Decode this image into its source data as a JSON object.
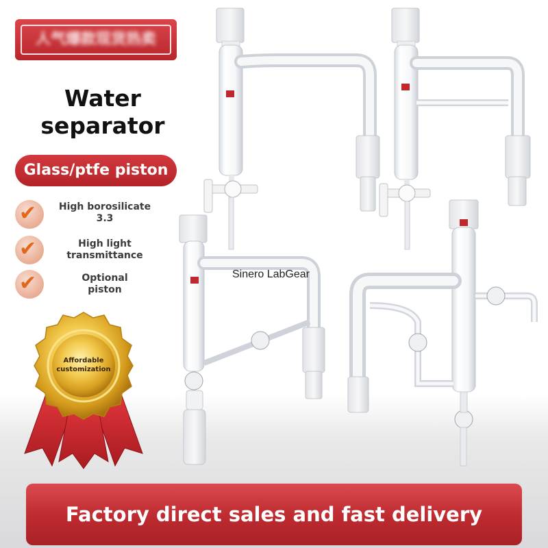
{
  "banner": {
    "blurred_text": "人气爆款现货热卖"
  },
  "title": {
    "line1": "Water",
    "line2": "separator"
  },
  "badge": {
    "label": "Glass/ptfe piston"
  },
  "features": [
    {
      "line1": "High borosilicate",
      "line2": "3.3"
    },
    {
      "line1": "High light",
      "line2": "transmittance"
    },
    {
      "line1": "Optional",
      "line2": "piston"
    }
  ],
  "watermark": "Sinero LabGear",
  "medal": {
    "line1": "Affordable",
    "line2": "customization"
  },
  "bottom_banner": {
    "text": "Factory direct sales and fast delivery"
  },
  "icons": {
    "check": "checkmark-icon",
    "medal": "gold-medal-icon"
  },
  "colors": {
    "brand_red": "#c0282d",
    "check_orange": "#e0671c",
    "gold": "#d9a21c"
  }
}
